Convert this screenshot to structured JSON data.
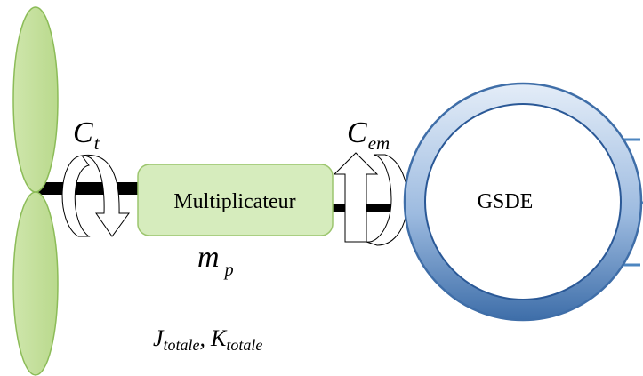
{
  "torques": {
    "turbine": {
      "symbol": "C",
      "subscript": "t"
    },
    "electromagnetic": {
      "symbol": "C",
      "subscript": "em"
    }
  },
  "gearbox": {
    "label": "Multiplicateur",
    "ratio_symbol": "m",
    "ratio_subscript": "p"
  },
  "generator": {
    "label": "GSDE"
  },
  "inertia": {
    "j_symbol": "J",
    "j_subscript": "totale",
    "separator": ",",
    "k_symbol": "K",
    "k_subscript": "totale"
  },
  "colors": {
    "blade_fill": "#c6e0a0",
    "blade_stroke": "#8cbc58",
    "gearbox_fill": "#d6ecbd",
    "gearbox_stroke": "#9cc56e",
    "ring_outer": "#4a78b4",
    "ring_light": "#dde8f5",
    "ring_dark": "#2a5896",
    "wire": "#4d86c0",
    "shaft": "#000000"
  }
}
